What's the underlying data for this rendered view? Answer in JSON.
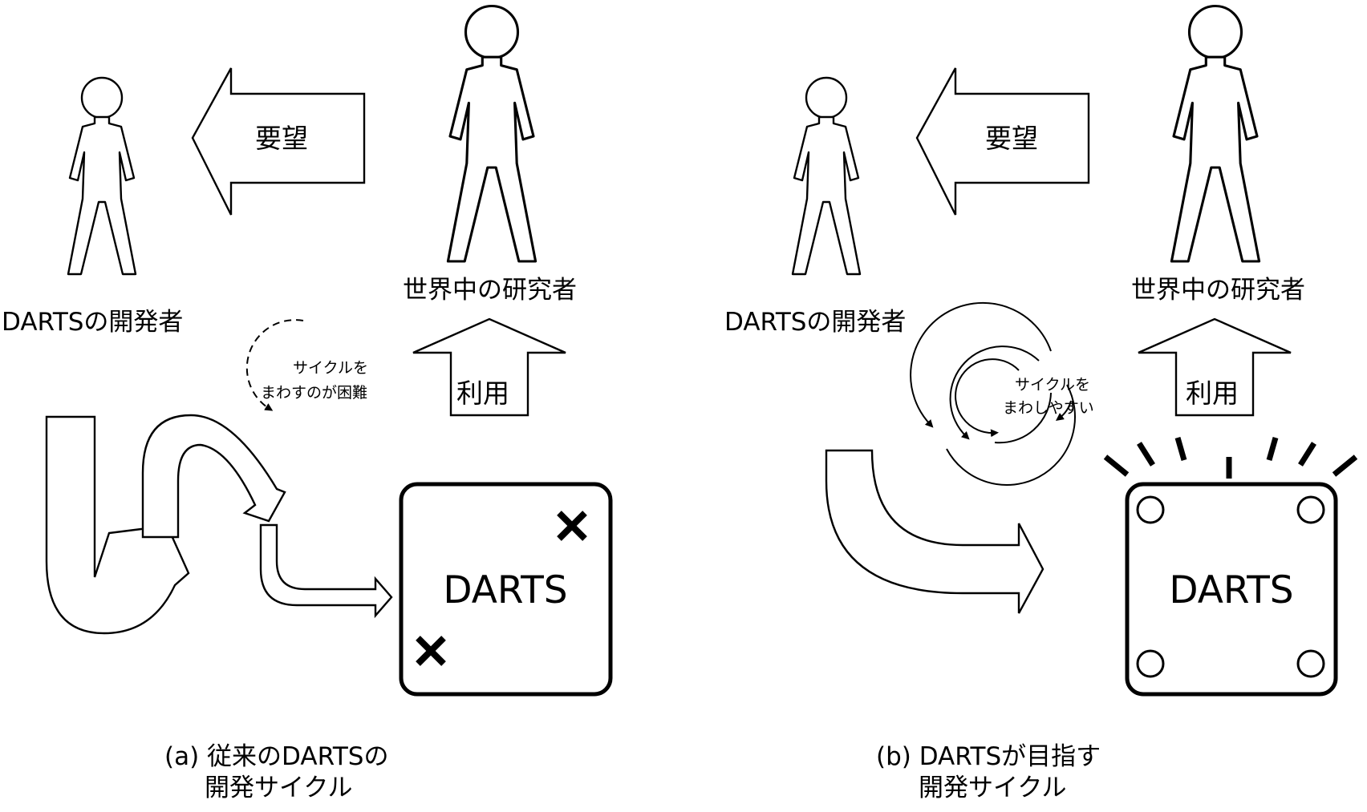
{
  "panel_a": {
    "developer_label": "DARTSの開発者",
    "researchers_label": "世界中の研究者",
    "request_label": "要望",
    "use_label": "利用",
    "cycle_note_line1": "サイクルを",
    "cycle_note_line2": "まわすのが困難",
    "system_label": "DARTS",
    "caption_line1": "(a) 従来のDARTSの",
    "caption_line2": "開発サイクル"
  },
  "panel_b": {
    "developer_label": "DARTSの開発者",
    "researchers_label": "世界中の研究者",
    "request_label": "要望",
    "use_label": "利用",
    "cycle_note_line1": "サイクルを",
    "cycle_note_line2": "まわしやすい",
    "system_label": "DARTS",
    "caption_line1": "(b) DARTSが目指す",
    "caption_line2": "開発サイクル"
  }
}
